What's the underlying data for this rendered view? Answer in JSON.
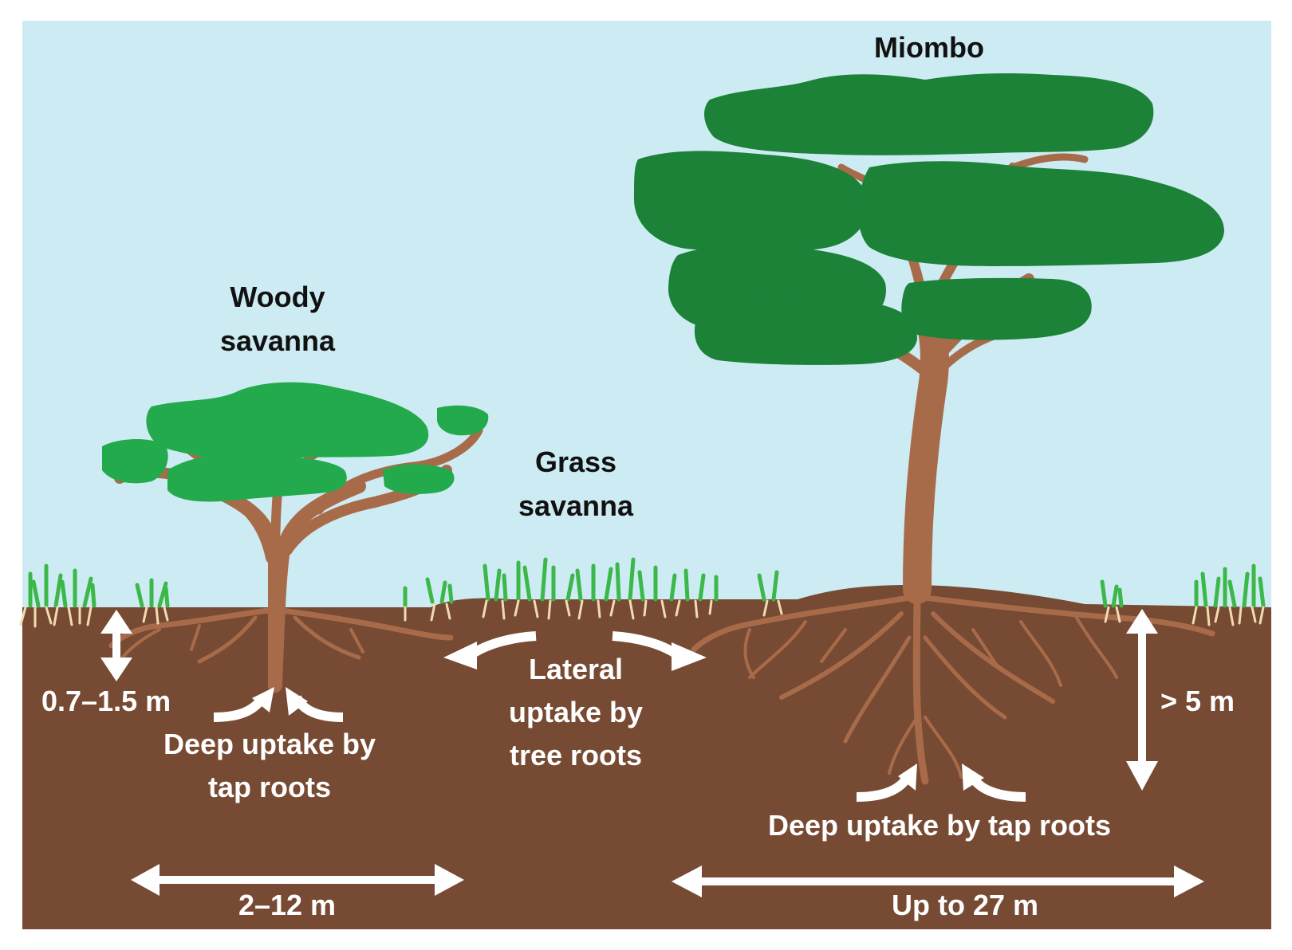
{
  "labels": {
    "miombo": "Miombo",
    "woody_line1": "Woody",
    "woody_line2": "savanna",
    "grass_line1": "Grass",
    "grass_line2": "savanna",
    "woody_depth": "0.7–1.5 m",
    "woody_uptake_line1": "Deep uptake by",
    "woody_uptake_line2": "tap roots",
    "lateral_line1": "Lateral",
    "lateral_line2": "uptake by",
    "lateral_line3": "tree roots",
    "miombo_depth": "> 5 m",
    "miombo_uptake": "Deep uptake by tap roots",
    "woody_spread": "2–12 m",
    "miombo_spread": "Up to 27 m"
  },
  "colors": {
    "sky": "#cdebf2",
    "soil": "#774a33",
    "wood": "#a86b4a",
    "woody_canopy": "#22aa4c",
    "miombo_canopy": "#1b8238",
    "grass": "#3cb84a",
    "grass_roots": "#f0dcb0",
    "arrow": "#ffffff"
  }
}
